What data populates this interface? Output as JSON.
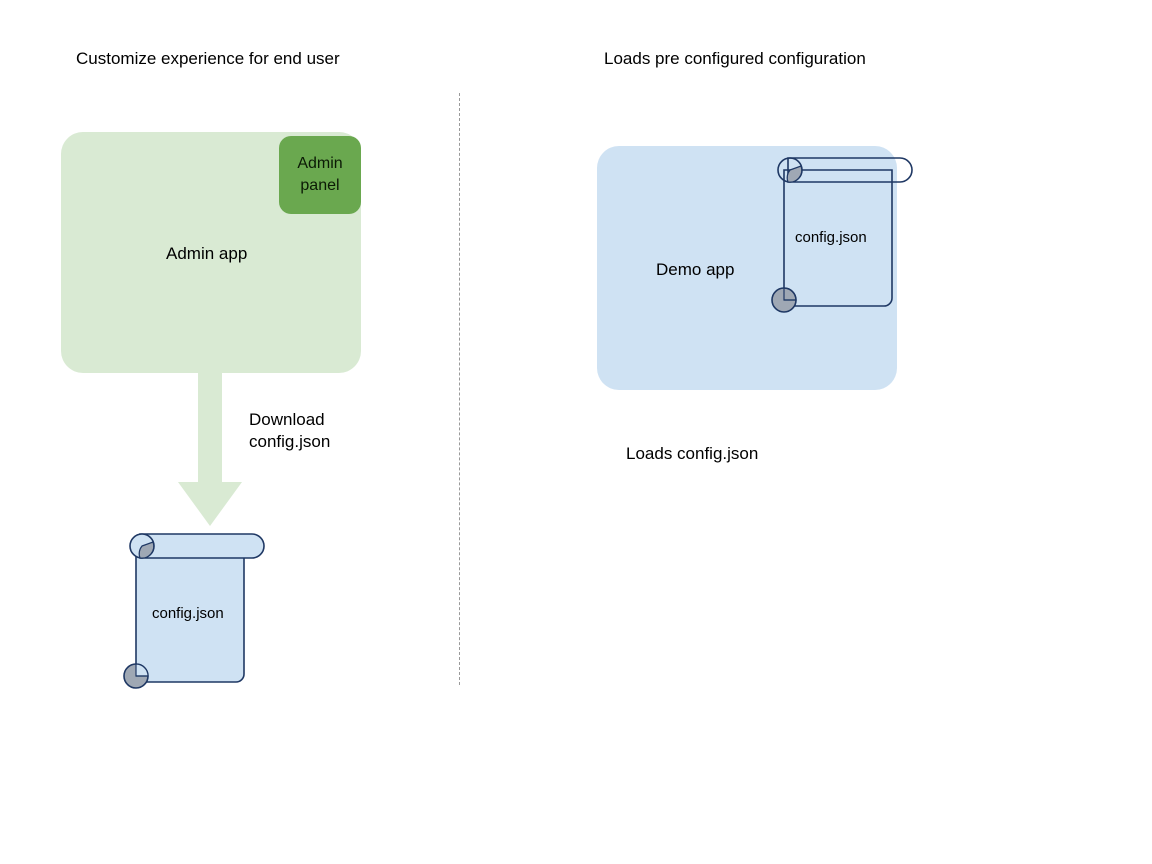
{
  "diagram": {
    "background_color": "#ffffff",
    "columns": [
      {
        "title": "Customize experience for end user",
        "app": {
          "label": "Admin app",
          "fill": "#d9ead3",
          "badge": {
            "label": "Admin\npanel",
            "fill": "#6aa84f"
          }
        },
        "arrow": {
          "label": "Download\nconfig.json",
          "color": "#d9ead3",
          "direction": "down"
        },
        "document": {
          "label": "config.json",
          "fill": "#cfe2f3",
          "stroke": "#1f3864",
          "curl_fill": "#9fa8b4"
        }
      },
      {
        "title": "Loads pre configured configuration",
        "app": {
          "label": "Demo app",
          "fill": "#cfe2f3"
        },
        "document": {
          "label": "config.json",
          "fill": "none",
          "stroke": "#1f3864",
          "curl_fill": "#9fa8b4"
        },
        "note": "Loads config.json"
      }
    ],
    "divider": {
      "style": "dashed",
      "color": "#9a9a9a"
    }
  }
}
